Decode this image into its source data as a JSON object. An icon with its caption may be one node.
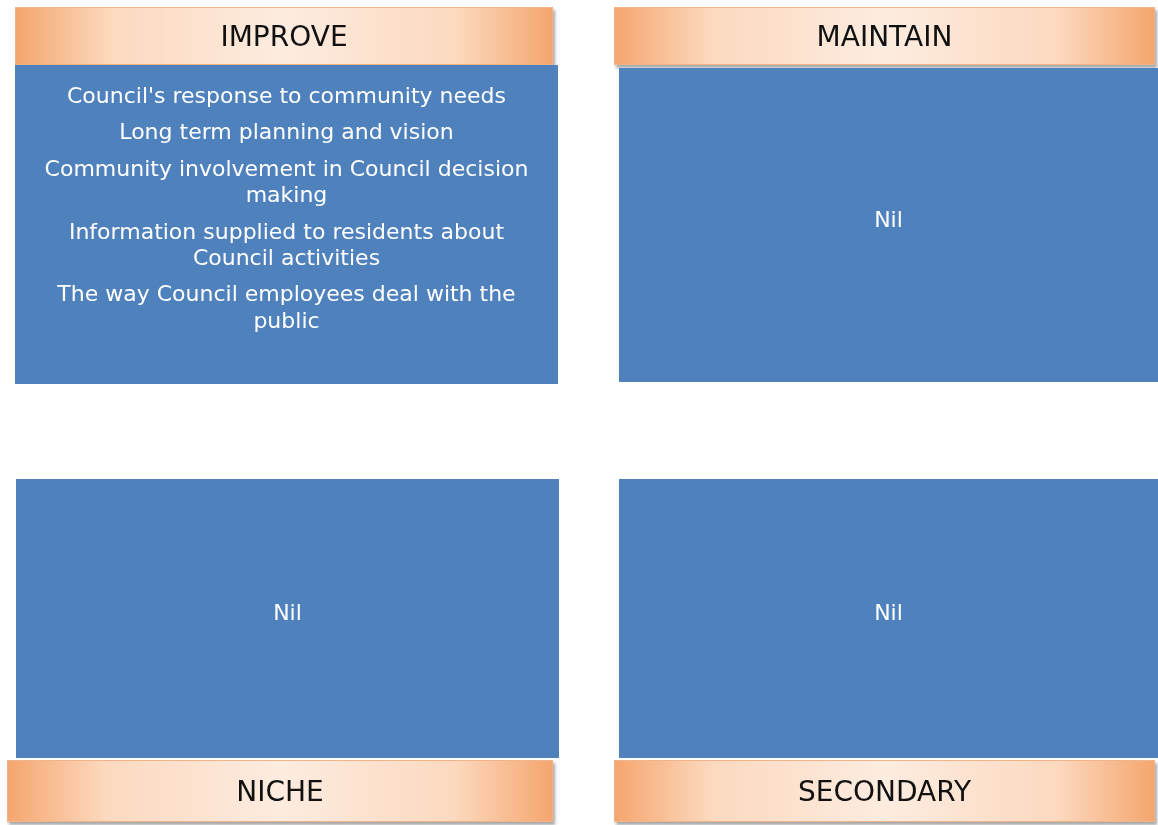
{
  "diagram": {
    "nodes": [
      {
        "text": [
          "IMPROVE"
        ]
      },
      {
        "text": [
          "Council's response to community needs",
          "Long term planning and vision",
          "Community involvement in Council decision making",
          "Information supplied to residents about Council activities",
          "The way Council employees deal with the public"
        ]
      },
      {
        "text": [
          "MAINTAIN"
        ]
      },
      {
        "text": [
          "Nil"
        ]
      },
      {
        "text": [
          "Nil"
        ]
      },
      {
        "text": [
          "Nil"
        ]
      },
      {
        "text": [
          "NICHE"
        ]
      },
      {
        "text": [
          "SECONDARY"
        ]
      }
    ]
  }
}
